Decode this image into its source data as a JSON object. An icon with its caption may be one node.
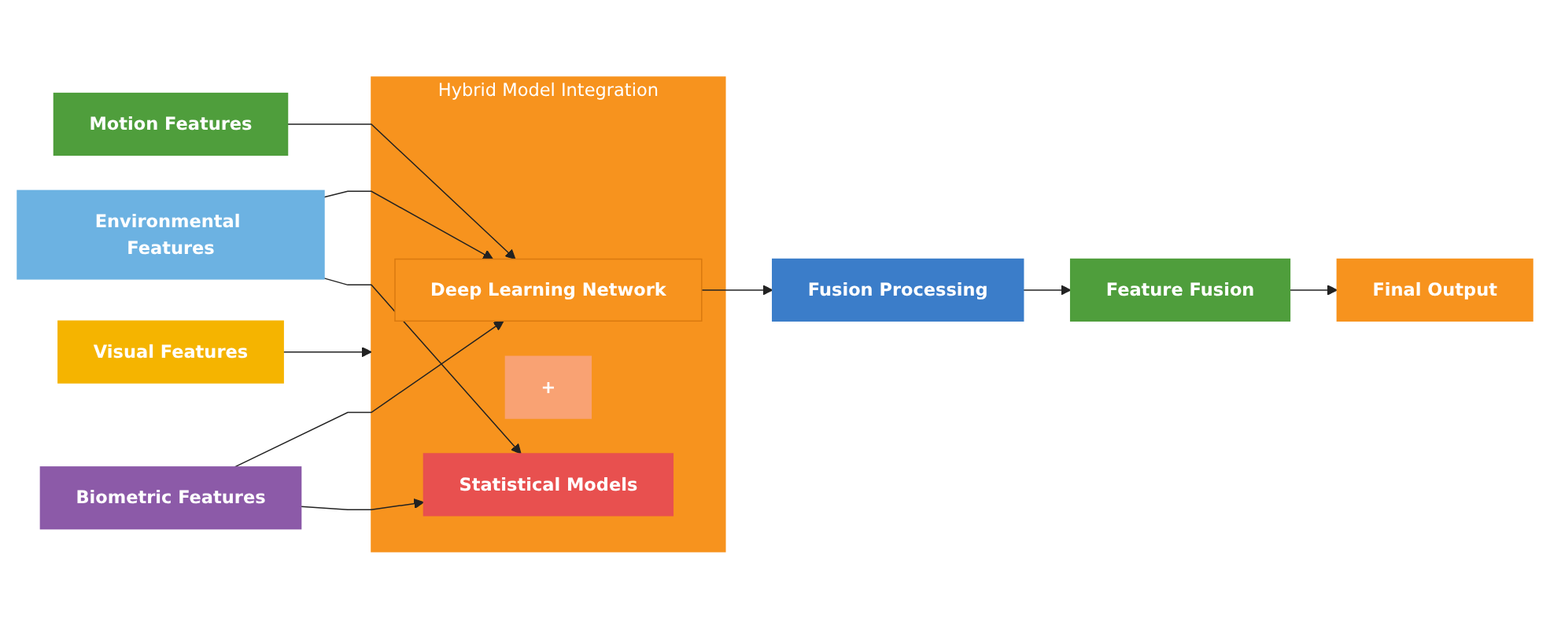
{
  "diagram": {
    "nodes": [
      {
        "text": [
          "Visual Features"
        ]
      },
      {
        "text": [
          "Motion Features"
        ]
      },
      {
        "text": [
          "Environmental Features"
        ]
      },
      {
        "text": [
          "Biometric Features"
        ]
      },
      {
        "text": [
          "Hybrid Model Integration"
        ]
      },
      {
        "text": [
          "Deep Learning Network"
        ],
        "in": 4
      },
      {
        "text": [
          "+"
        ],
        "in": 4
      },
      {
        "text": [
          "Statistical Models"
        ],
        "in": 4
      },
      {
        "text": [
          "Fusion Processing"
        ]
      },
      {
        "text": [
          "Feature Fusion"
        ]
      },
      {
        "text": [
          "Final Output"
        ]
      }
    ],
    "edges": [
      {
        "from": 0,
        "to": 4,
        "arrow": "to"
      },
      {
        "from": 1,
        "to": 5,
        "arrow": "to"
      },
      {
        "from": 2,
        "to": 5,
        "arrow": "to"
      },
      {
        "from": 2,
        "to": 7,
        "arrow": "to"
      },
      {
        "from": 3,
        "to": 5,
        "arrow": "to"
      },
      {
        "from": 3,
        "to": 7,
        "arrow": "to"
      },
      {
        "from": 5,
        "to": 8,
        "arrow": "to"
      },
      {
        "from": 8,
        "to": 9,
        "arrow": "to"
      },
      {
        "from": 9,
        "to": 10,
        "arrow": "to"
      }
    ]
  }
}
